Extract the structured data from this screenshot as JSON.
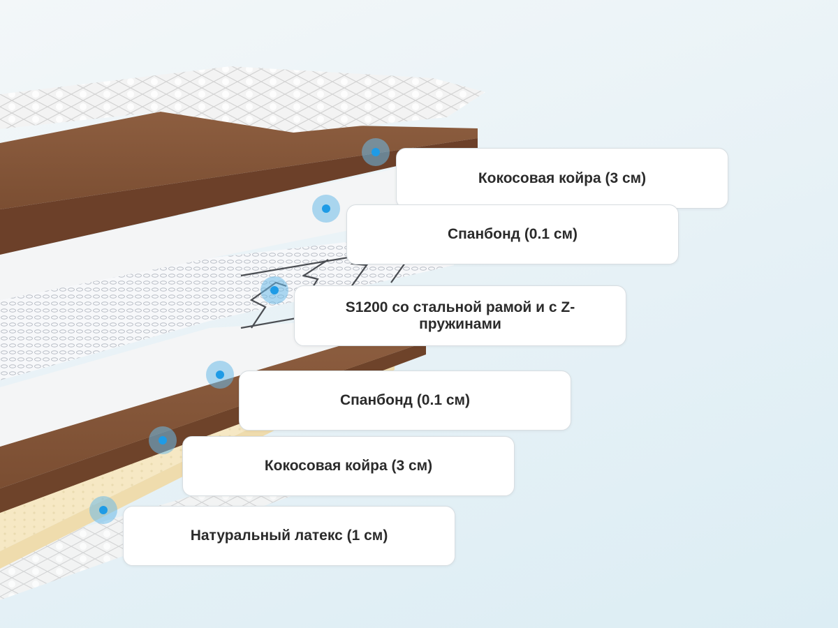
{
  "layers": [
    {
      "label": "Кокосовая койра (3 см)"
    },
    {
      "label": "Спанбонд (0.1 см)"
    },
    {
      "label": "S1200 со стальной рамой и с Z-пружинами"
    },
    {
      "label": "Спанбонд (0.1 см)"
    },
    {
      "label": "Кокосовая койра (3 см)"
    },
    {
      "label": "Натуральный латекс (1 см)"
    }
  ],
  "colors": {
    "coir": "#8a5a3c",
    "spunbond": "#f4f5f6",
    "latex": "#f6e8c4",
    "cover": "#f2f2f2",
    "marker": "#1e9be6"
  }
}
